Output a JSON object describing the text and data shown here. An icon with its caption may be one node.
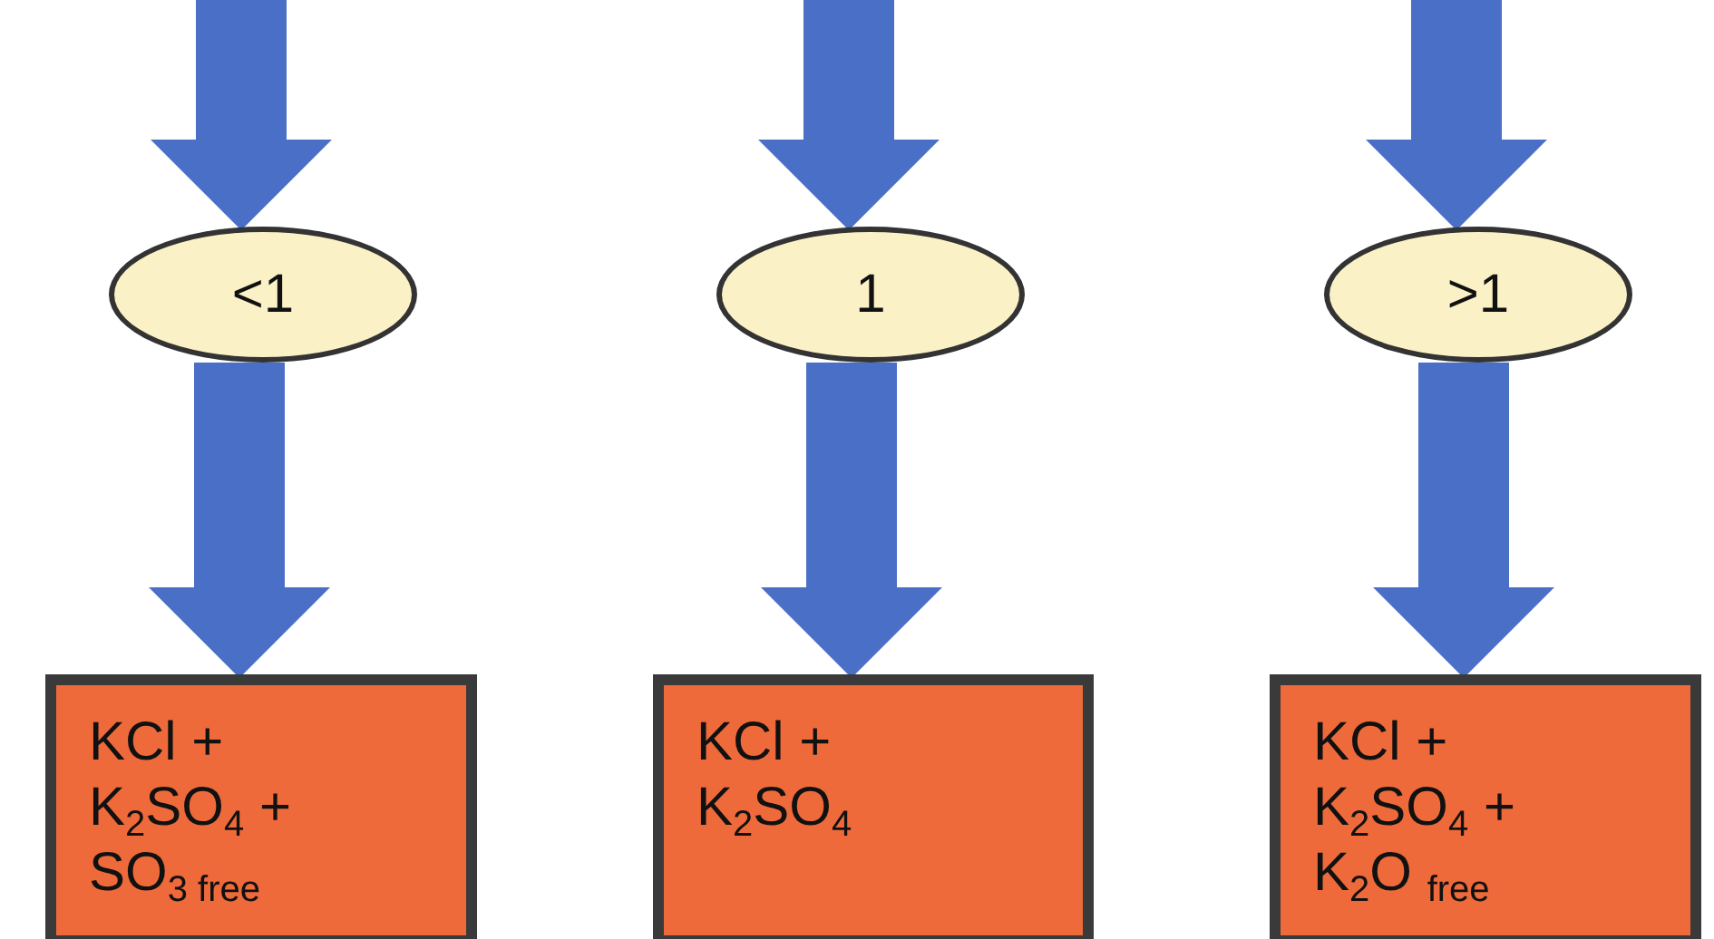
{
  "diagram": {
    "nodes": [
      {
        "text": [
          "<1"
        ]
      },
      {
        "text": [
          "1"
        ]
      },
      {
        "text": [
          ">1"
        ]
      },
      {
        "text": [
          "KCl + K$_{2}$SO$_{4}$ + SO$_{3 free}$"
        ]
      },
      {
        "text": [
          "KCl + K$_{2}$SO$_{4}$"
        ]
      },
      {
        "text": [
          "KCl + K$_{2}$SO$_{4}$ + K$_{2}$O $_{free}$"
        ]
      }
    ],
    "edges": [
      {
        "from": null,
        "to": 0,
        "arrow": "to"
      },
      {
        "from": null,
        "to": 1,
        "arrow": "to"
      },
      {
        "from": null,
        "to": 2,
        "arrow": "to"
      },
      {
        "from": 0,
        "to": 3,
        "arrow": "to"
      },
      {
        "from": 1,
        "to": 4,
        "arrow": "to"
      },
      {
        "from": 2,
        "to": 5,
        "arrow": "to"
      }
    ]
  }
}
